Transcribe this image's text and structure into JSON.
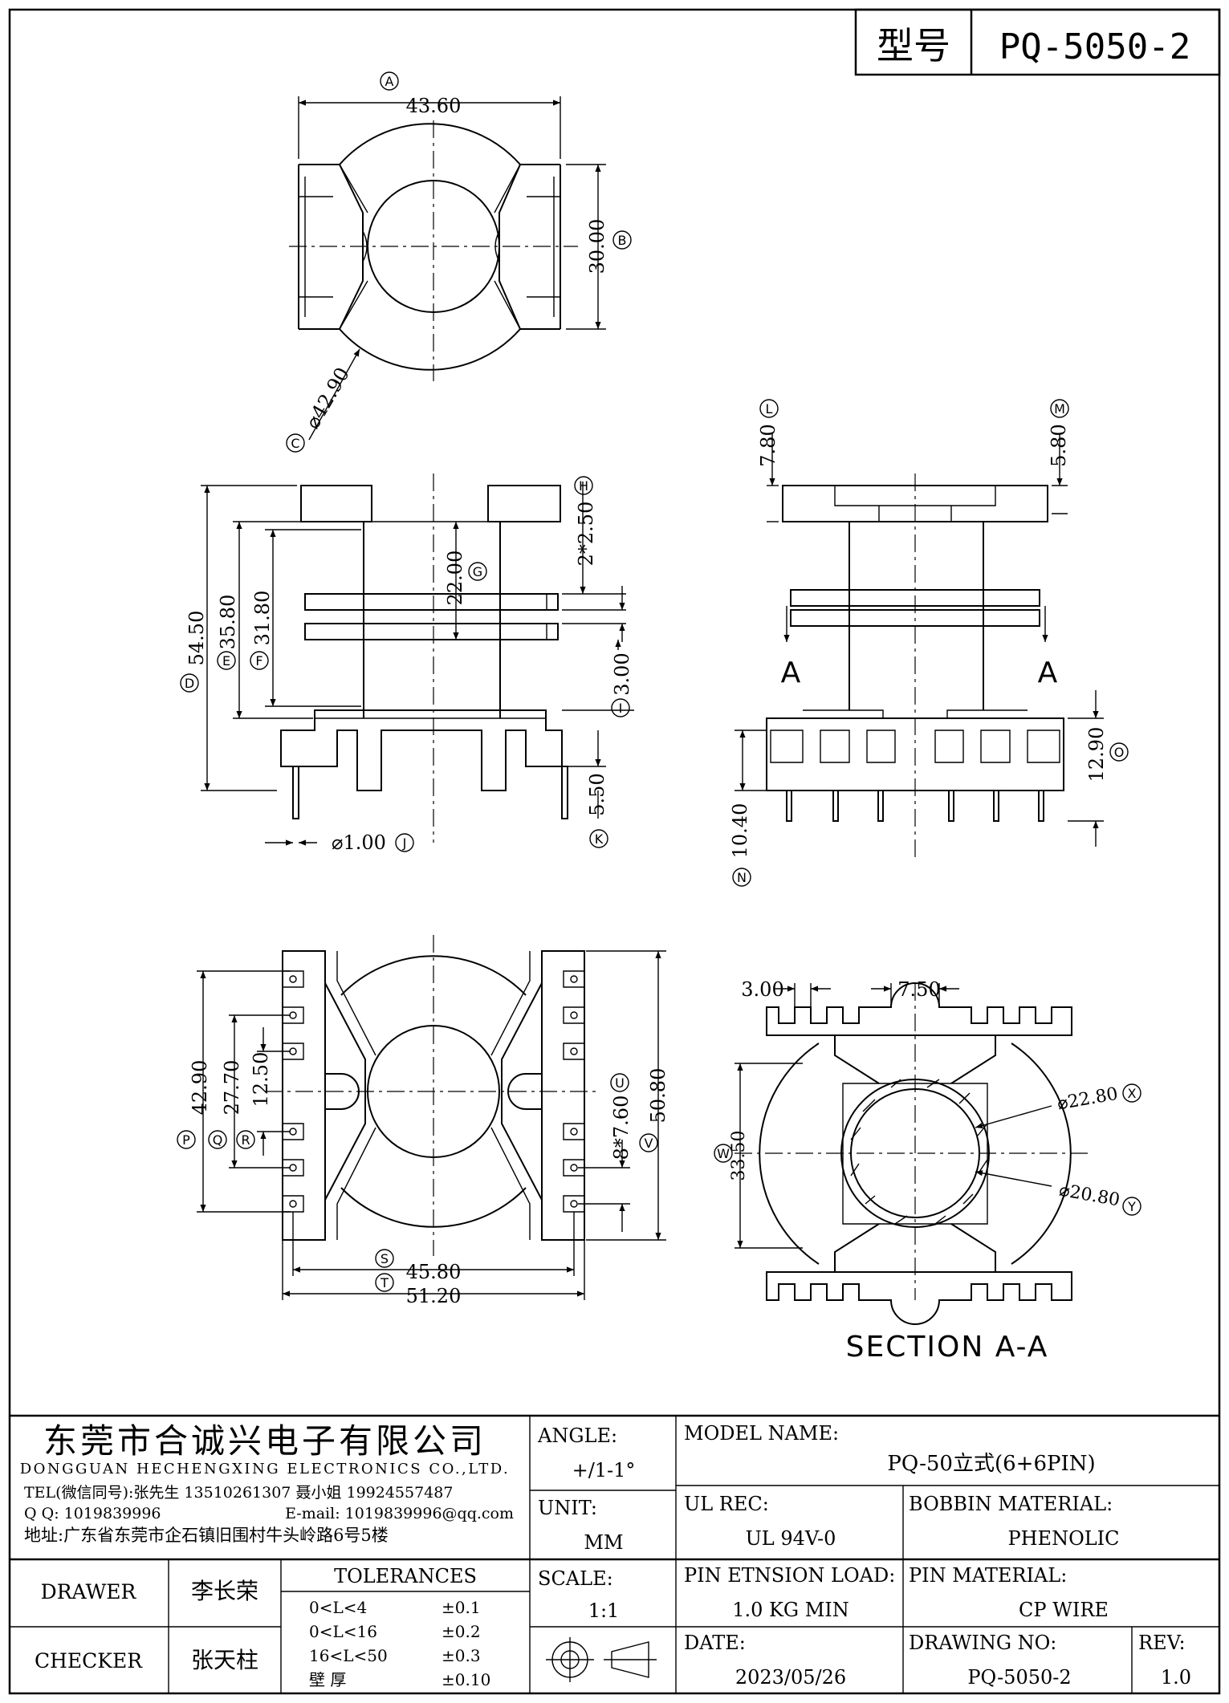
{
  "header": {
    "model_label": "型号",
    "model_value": "PQ-5050-2"
  },
  "top_view": {
    "A": {
      "tag": "A",
      "value": "43.60"
    },
    "B": {
      "tag": "B",
      "value": "30.00"
    },
    "C": {
      "tag": "C",
      "value": "⌀42.90"
    }
  },
  "front_view": {
    "H": {
      "tag": "H",
      "value": "2*2.50"
    },
    "G": {
      "tag": "G",
      "value": "22.00"
    },
    "D": {
      "tag": "D",
      "value": "54.50"
    },
    "E": {
      "tag": "E",
      "value": "35.80"
    },
    "F": {
      "tag": "F",
      "value": "31.80"
    },
    "I": {
      "tag": "I",
      "value": "3.00"
    },
    "K": {
      "tag": "K",
      "value": "5.50"
    },
    "J": {
      "tag": "J",
      "value": "⌀1.00"
    }
  },
  "side_view": {
    "L": {
      "tag": "L",
      "value": "7.80"
    },
    "M": {
      "tag": "M",
      "value": "5.80"
    },
    "O": {
      "tag": "O",
      "value": "12.90"
    },
    "N": {
      "tag": "N",
      "value": "10.40"
    },
    "section_mark": "A"
  },
  "bottom_view": {
    "P": {
      "tag": "P",
      "value": "42.90"
    },
    "Q": {
      "tag": "Q",
      "value": "27.70"
    },
    "R": {
      "tag": "R",
      "value": "12.50"
    },
    "U": {
      "tag": "U",
      "value": "8*7.60"
    },
    "V": {
      "tag": "V",
      "value": "50.80"
    },
    "S": {
      "tag": "S",
      "value": "45.80"
    },
    "T": {
      "tag": "T",
      "value": "51.20"
    }
  },
  "section_view": {
    "dim_left": "3.00",
    "dim_right": "7.50",
    "X": {
      "tag": "X",
      "value": "⌀22.80"
    },
    "Y": {
      "tag": "Y",
      "value": "⌀20.80"
    },
    "W": {
      "tag": "W",
      "value": "33.50"
    },
    "title": "SECTION A-A"
  },
  "title_block": {
    "company_cn": "东莞市合诚兴电子有限公司",
    "company_en": "DONGGUAN HECHENGXING ELECTRONICS CO.,LTD.",
    "tel_line": "TEL(微信同号):张先生 13510261307 聂小姐 19924557487",
    "qq_label": "Q Q: 1019839996",
    "email_label": "E-mail: 1019839996@qq.com",
    "address": "地址:广东省东莞市企石镇旧围村牛头岭路6号5楼",
    "angle_label": "ANGLE:",
    "angle_value": "+/1-1°",
    "unit_label": "UNIT:",
    "unit_value": "MM",
    "scale_label": "SCALE:",
    "scale_value": "1:1",
    "model_name_label": "MODEL NAME:",
    "model_name_value": "PQ-50立式(6+6PIN)",
    "ul_label": "UL REC:",
    "ul_value": "UL 94V-0",
    "bobbin_label": "BOBBIN MATERIAL:",
    "bobbin_value": "PHENOLIC",
    "pin_load_label": "PIN ETNSION LOAD:",
    "pin_load_value": "1.0 KG MIN",
    "pin_mat_label": "PIN MATERIAL:",
    "pin_mat_value": "CP WIRE",
    "date_label": "DATE:",
    "date_value": "2023/05/26",
    "drawing_no_label": "DRAWING NO:",
    "drawing_no_value": "PQ-5050-2",
    "rev_label": "REV:",
    "rev_value": "1.0",
    "drawer_label": "DRAWER",
    "drawer_name": "李长荣",
    "checker_label": "CHECKER",
    "checker_name": "张天柱",
    "tolerances_title": "TOLERANCES",
    "tolerances": [
      {
        "range": "0<L<4",
        "value": "±0.1"
      },
      {
        "range": "0<L<16",
        "value": "±0.2"
      },
      {
        "range": "16<L<50",
        "value": "±0.3"
      },
      {
        "range": "壁    厚",
        "value": "±0.10"
      }
    ]
  }
}
